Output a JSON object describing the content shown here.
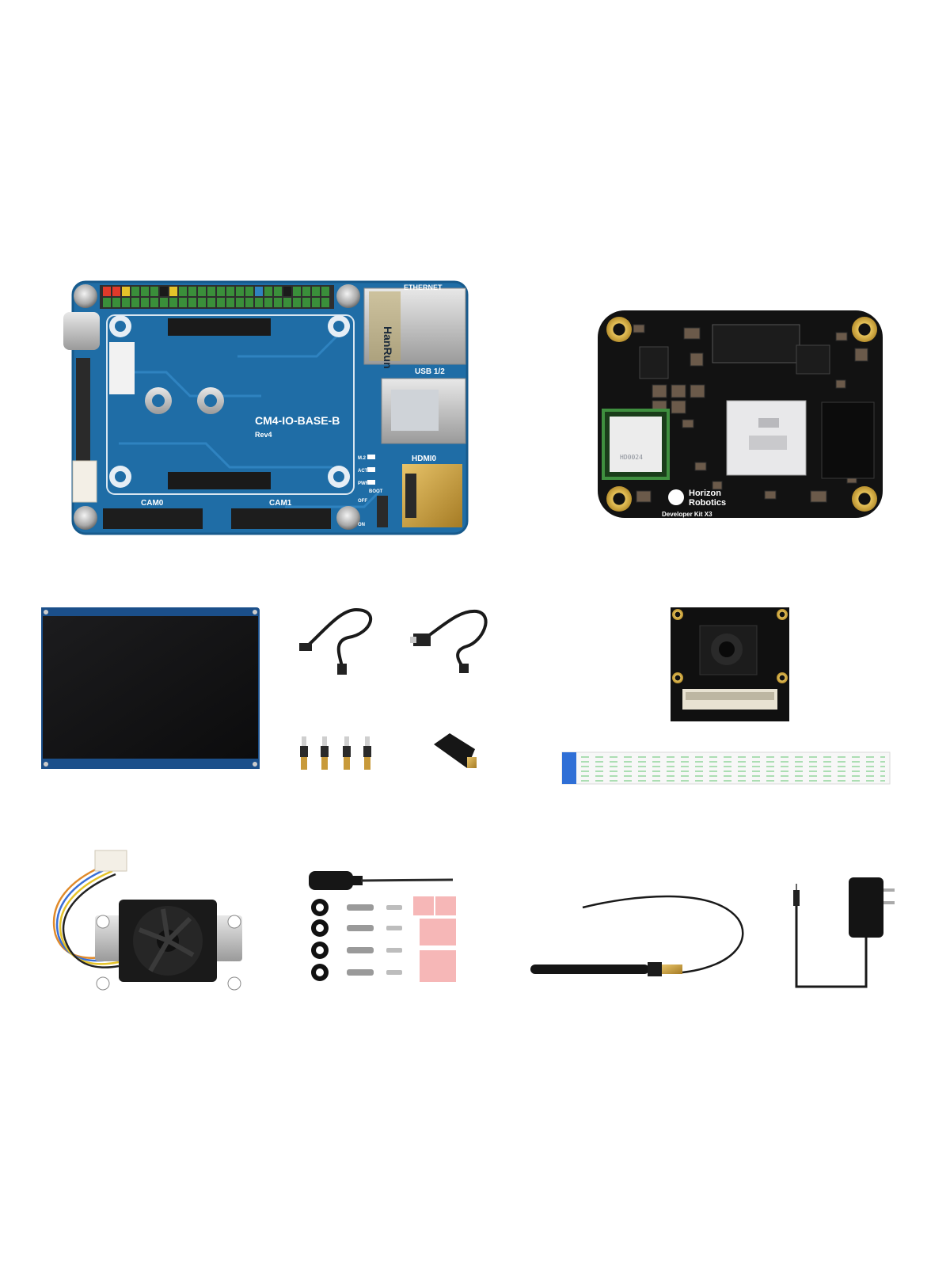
{
  "io_board": {
    "model": "CM4-IO-BASE-B",
    "revision": "Rev4",
    "port_labels": [
      "ETHERNET",
      "USB 1/2",
      "HDMI0",
      "CAM0",
      "CAM1"
    ],
    "led_labels": [
      "M.2",
      "ACT",
      "PWR",
      "BOOT"
    ],
    "switch_labels": [
      "OFF",
      "ON"
    ],
    "rj45_brand": "HanRun",
    "colors": {
      "pcb": "#1f6da6",
      "header": "#3a8f3a"
    }
  },
  "core_module": {
    "brand_line_1": "Horizon",
    "brand_line_2": "Robotics",
    "product": "Developer Kit X3",
    "rf_module_label": "HD0024",
    "colors": {
      "pcb": "#111111",
      "mounting_hole": "#d9b24a"
    }
  },
  "accessories": [
    {
      "id": "lcd-display",
      "icon": "display-icon"
    },
    {
      "id": "micro-hdmi-cable",
      "icon": "cable-icon"
    },
    {
      "id": "usb-cable",
      "icon": "usb-cable-icon"
    },
    {
      "id": "camera-module",
      "icon": "camera-icon"
    },
    {
      "id": "copper-standoffs",
      "icon": "standoff-icon"
    },
    {
      "id": "micro-hdmi-adapter",
      "icon": "adapter-icon"
    },
    {
      "id": "ffc-ribbon-cable",
      "icon": "ribbon-icon"
    },
    {
      "id": "cooling-fan",
      "icon": "fan-icon"
    },
    {
      "id": "screwdriver-screws-pads",
      "icon": "screwdriver-icon"
    },
    {
      "id": "wifi-antenna",
      "icon": "antenna-icon"
    },
    {
      "id": "power-adapter",
      "icon": "power-plug-icon"
    }
  ]
}
